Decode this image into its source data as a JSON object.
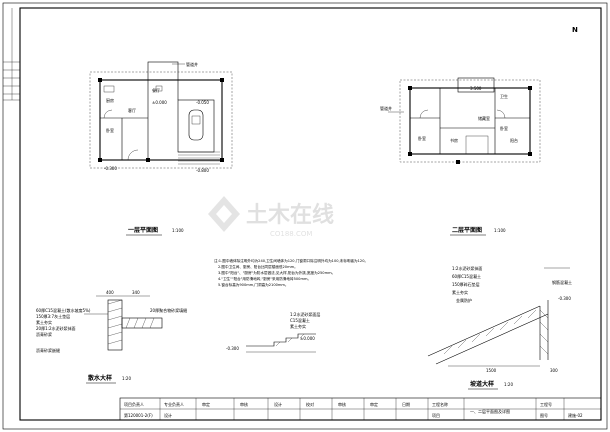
{
  "north_label": "N",
  "watermark": {
    "main": "土木在线",
    "sub": "CO188.COM"
  },
  "left_strip": {
    "rows": [
      "",
      "",
      "",
      ""
    ]
  },
  "plan1": {
    "title": "一层平面图",
    "scale": "1:100",
    "labels": {
      "pipe": "管道井",
      "dining": "餐厅",
      "kitchen": "厨房",
      "room": "卧室",
      "hall": "客厅",
      "level0": "±0.000",
      "level1": "-0.050",
      "level2": "-0.300",
      "level3": "-0.800"
    }
  },
  "plan2": {
    "title": "二层平面图",
    "scale": "1:100",
    "labels": {
      "pipe": "管道井",
      "bath": "卫生",
      "balcony": "阳台",
      "storage": "储藏室",
      "bedroom1": "卧室",
      "bedroom2": "书房",
      "bedroom3": "卧室",
      "level": "3.500"
    }
  },
  "notes": {
    "lines": [
      "注:1.图中墙体除注明外均为240,卫生间墙体为120,门窗洞口除注明外均为100,未标明者为120。",
      "2.图中卫生间、厨房、阳台比同层楼面低20mm。",
      "3.图中\"阳台\"、\"厨房\"为防水层做法,见大样,阳台为外挑,宽度为250mm。",
      "4.\"卫生\"\"阳台\"用防滑地砖,\"厨房\"采用防滑地砖500mm。",
      "5.窗台标高为900mm,门洞高为2100mm。"
    ]
  },
  "detail_drain": {
    "title": "散水大样",
    "scale": "1:20",
    "dims": [
      "400",
      "340"
    ],
    "labels": [
      "60厚C15混凝土(散水坡度5%)",
      "150厚3:7灰土垫层",
      "素土夯实",
      "20厚1:2水泥砂浆抹面",
      "沥青砂浆",
      "沥青砂浆嵌缝",
      "20厚聚合物砂浆填缝"
    ]
  },
  "detail_step": {
    "labels": [
      "1:2水泥砂浆面层",
      "C15混凝土",
      "素土夯实"
    ],
    "levels": [
      "±0.000",
      "-0.300"
    ]
  },
  "detail_ramp": {
    "title": "坡道大样",
    "scale": "1:20",
    "dims": [
      "1500",
      "300"
    ],
    "labels": [
      "1:2水泥砂浆抹面",
      "60厚C15混凝土",
      "150厚碎石垫层",
      "素土夯实",
      "金属防护",
      "钢筋混凝土"
    ],
    "level": "-0.300"
  },
  "title_block": {
    "col1": [
      "项目负责人",
      "设计"
    ],
    "col2": [
      "专业负责人",
      "校对"
    ],
    "headers": [
      "审定",
      "审核",
      "设计",
      "校对",
      "审核",
      "审定",
      "日期",
      "日期",
      "工程名称"
    ],
    "project_label": "项目",
    "drawing_name": "一、二层平面图及详图",
    "project_no_label": "工程号",
    "drawing_no_label": "图号",
    "drawing_no": "建施-02",
    "date_cell": "第120001-2(F)",
    "extra": [
      "",
      ""
    ]
  }
}
